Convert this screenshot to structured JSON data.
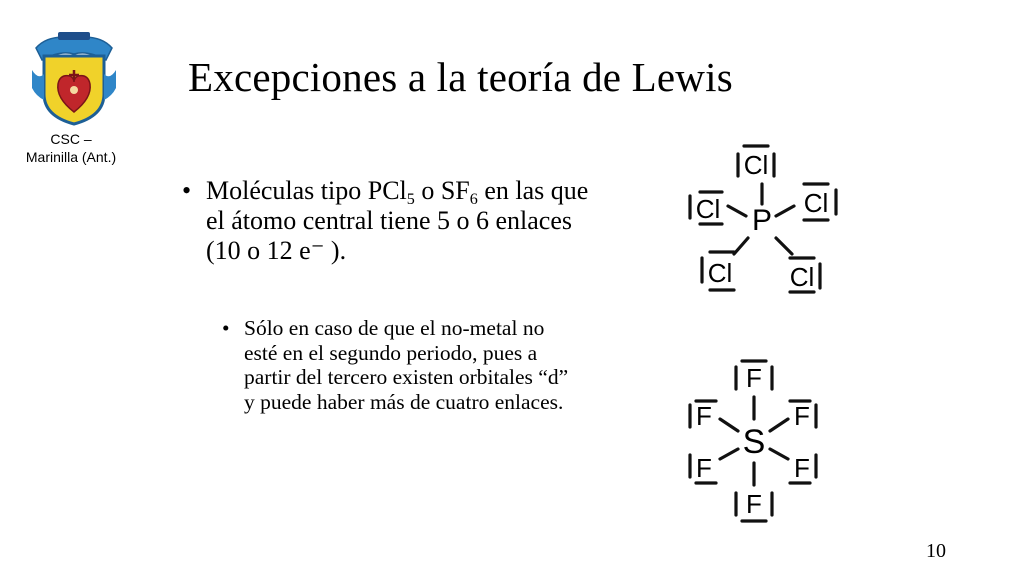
{
  "logo": {
    "icon": "school-crest-icon",
    "caption_lines": [
      "CSC –",
      "Marinilla (Ant.)"
    ],
    "colors": {
      "banner": "#2f86c8",
      "shield": "#f0d22a",
      "heart": "#c0262b"
    }
  },
  "title": "Excepciones a la teoría de Lewis",
  "bullet_main": {
    "marker": "•",
    "before": "Moléculas tipo PCl",
    "sub1": "5",
    "mid": " o SF",
    "sub2": "6",
    "after": " en las que el átomo central tiene 5 o 6 enlaces (10 o 12 e⁻ )."
  },
  "bullet_sub": {
    "marker": "•",
    "text": "Sólo en caso de que el no-metal no esté en el segundo periodo, pues a partir del tercero existen orbitales “d” y puede haber más de cuatro enlaces."
  },
  "pcl5": {
    "central": "P",
    "ligands": [
      "Cl",
      "Cl",
      "Cl",
      "Cl",
      "Cl"
    ]
  },
  "sf6": {
    "central": "S",
    "ligands": [
      "F",
      "F",
      "F",
      "F",
      "F",
      "F"
    ]
  },
  "page_number": "10"
}
